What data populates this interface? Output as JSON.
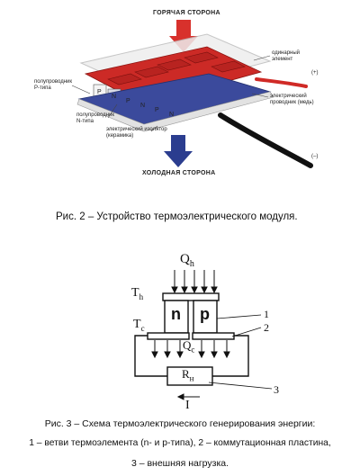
{
  "figure1": {
    "hot_side": "ГОРЯЧАЯ СТОРОНА",
    "cold_side": "ХОЛОДНАЯ СТОРОНА",
    "label_single_element": [
      "одинарный",
      "элемент"
    ],
    "label_plus": "(+)",
    "label_minus": "(–)",
    "label_p_semiconductor": [
      "полупроводник",
      "P-типа"
    ],
    "label_n_semiconductor": [
      "полупроводник",
      "N-типа"
    ],
    "label_conductor": [
      "электрический",
      "проводник (медь)"
    ],
    "label_insulator": [
      "электрический изолятор",
      "(керамика)"
    ],
    "leg_letters": [
      "P",
      "N",
      "P",
      "N",
      "P",
      "N"
    ],
    "caption": "Рис. 2 – Устройство термоэлектрического модуля."
  },
  "figure2": {
    "Qh": "Q",
    "Qh_sub": "h",
    "Th": "T",
    "Th_sub": "h",
    "Tc": "T",
    "Tc_sub": "c",
    "Qc": "Q",
    "Qc_sub": "c",
    "n": "n",
    "p": "p",
    "Rn": "R",
    "Rn_sub": "н",
    "current": "I",
    "callout_1": "1",
    "callout_2": "2",
    "callout_3": "3",
    "caption_line1": "Рис. 3 – Схема термоэлектрического генерирования энергии:",
    "caption_line2": "1 – ветви термоэлемента (n- и p-типа), 2 – коммутационная пластина,",
    "caption_line3": "3 – внешняя нагрузка."
  }
}
